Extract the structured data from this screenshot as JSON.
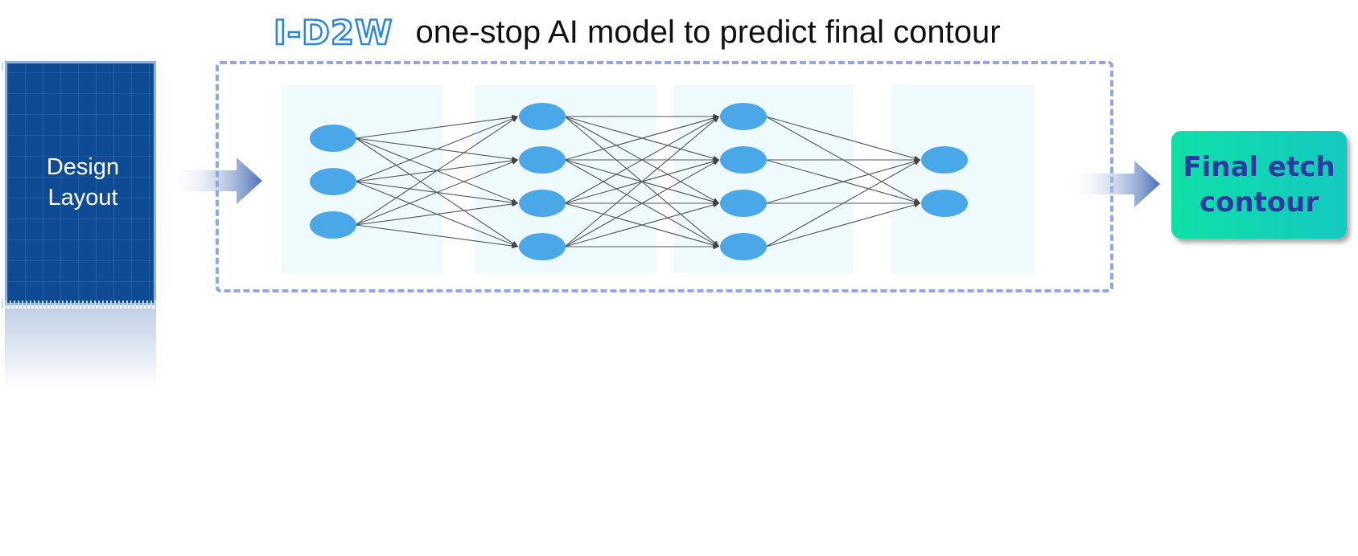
{
  "title": {
    "brand": "I-D2W",
    "subtitle": "one-stop AI model to predict final contour"
  },
  "input": {
    "label_line1": "Design",
    "label_line2": "Layout"
  },
  "output": {
    "label_line1": "Final etch",
    "label_line2": "contour"
  },
  "network": {
    "layers": [
      3,
      4,
      4,
      2
    ]
  },
  "colors": {
    "brand_outline": "#2a86d8",
    "chip_fill": "#0f4b94",
    "frame_dash": "#8ea7e6",
    "node": "#4aa8e8",
    "arrow": "#4a6fb5",
    "output_fill": "#0fe0a8",
    "output_text": "#2a3aa0"
  }
}
